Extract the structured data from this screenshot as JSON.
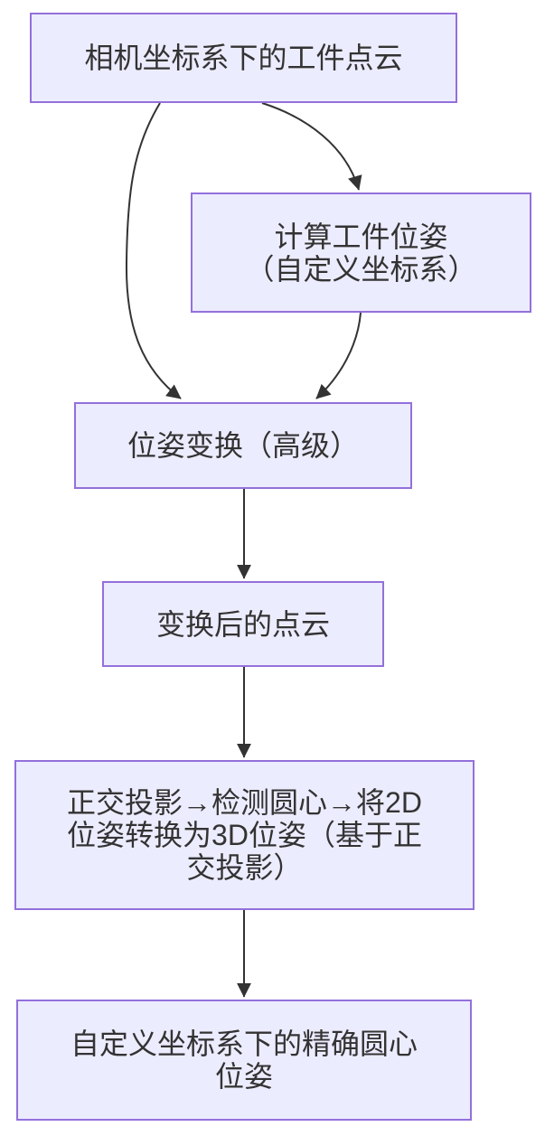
{
  "diagram": {
    "type": "flowchart",
    "direction": "top-down",
    "colors": {
      "node_fill": "#ECECFF",
      "node_border": "#9370DB",
      "text": "#333333",
      "edge": "#333333",
      "background": "#FFFFFF"
    },
    "nodes": [
      {
        "id": "A",
        "label": "相机坐标系下的工件点云",
        "lines": [
          "相机坐标系下的工件点云"
        ]
      },
      {
        "id": "B",
        "label": "计算工件位姿（自定义坐标系）",
        "lines": [
          "计算工件位姿",
          "（自定义坐标系）"
        ]
      },
      {
        "id": "C",
        "label": "位姿变换（高级）",
        "lines": [
          "位姿变换（高级）"
        ]
      },
      {
        "id": "D",
        "label": "变换后的点云",
        "lines": [
          "变换后的点云"
        ]
      },
      {
        "id": "E",
        "label": "正交投影→检测圆心→将2D位姿转换为3D位姿（基于正交投影）",
        "lines": [
          "正交投影→检测圆心→将2D",
          "位姿转换为3D位姿（基于正",
          "交投影）"
        ]
      },
      {
        "id": "F",
        "label": "自定义坐标系下的精确圆心位姿",
        "lines": [
          "自定义坐标系下的精确圆心",
          "位姿"
        ]
      }
    ],
    "edges": [
      {
        "from": "A",
        "to": "B"
      },
      {
        "from": "A",
        "to": "C"
      },
      {
        "from": "B",
        "to": "C"
      },
      {
        "from": "C",
        "to": "D"
      },
      {
        "from": "D",
        "to": "E"
      },
      {
        "from": "E",
        "to": "F"
      }
    ]
  }
}
